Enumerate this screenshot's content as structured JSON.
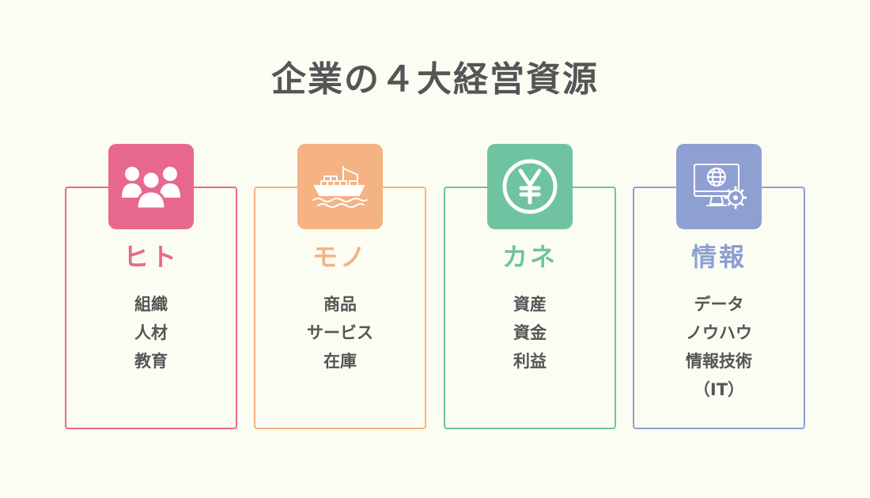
{
  "title": "企業の４大経営資源",
  "cards": [
    {
      "heading": "ヒト",
      "icon": "people-group-icon",
      "color": "#e8688d",
      "items": [
        "組織",
        "人材",
        "教育"
      ]
    },
    {
      "heading": "モノ",
      "icon": "cargo-ship-icon",
      "color": "#f5b283",
      "items": [
        "商品",
        "サービス",
        "在庫"
      ]
    },
    {
      "heading": "カネ",
      "icon": "yen-coin-icon",
      "color": "#6fc3a1",
      "items": [
        "資産",
        "資金",
        "利益"
      ]
    },
    {
      "heading": "情報",
      "icon": "computer-globe-gear-icon",
      "color": "#8e9fd2",
      "items": [
        "データ",
        "ノウハウ",
        "情報技術",
        "（IT）"
      ]
    }
  ]
}
